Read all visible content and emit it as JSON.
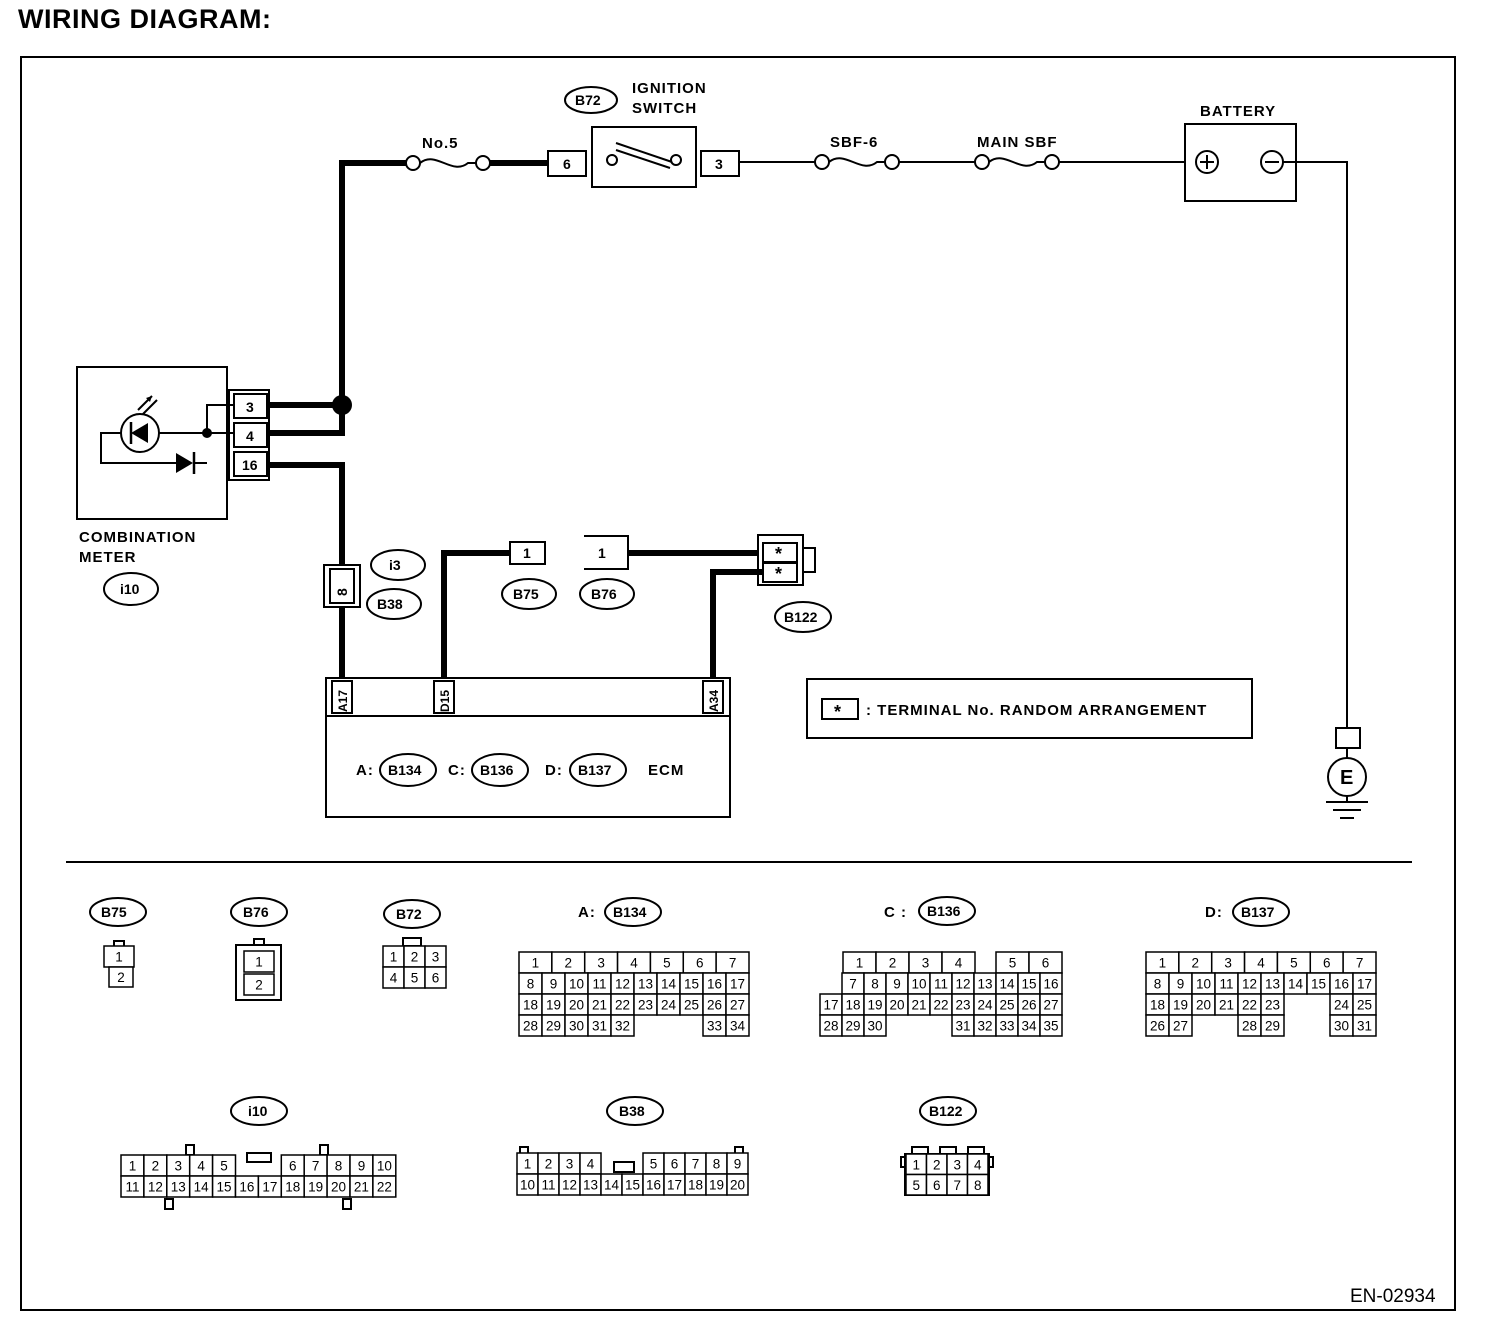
{
  "title": "WIRING DIAGRAM:",
  "doc_code": "EN-02934",
  "labels": {
    "fuse_no5": "No.5",
    "ignition_line1": "IGNITION",
    "ignition_line2": "SWITCH",
    "sbf6": "SBF-6",
    "main_sbf": "MAIN SBF",
    "battery": "BATTERY",
    "combination_line1": "COMBINATION",
    "combination_line2": "METER",
    "ecm": "ECM",
    "ecm_a": "A:",
    "ecm_c": "C:",
    "ecm_d": "D:",
    "note": ": TERMINAL No. RANDOM ARRANGEMENT",
    "note_symbol": "*",
    "ground": "E"
  },
  "connector_ids": {
    "b72": "B72",
    "b75": "B75",
    "b76": "B76",
    "b122": "B122",
    "b38": "B38",
    "i3": "i3",
    "i10": "i10",
    "b134": "B134",
    "b136": "B136",
    "b137": "B137"
  },
  "pins": {
    "ign_in": "6",
    "ign_out": "3",
    "meter_3": "3",
    "meter_4": "4",
    "meter_16": "16",
    "b38_8": "8",
    "b75_1": "1",
    "b76_1": "1",
    "b122_a": "*",
    "b122_b": "*",
    "ecm_a17": "A17",
    "ecm_d15": "D15",
    "ecm_a34": "A34"
  },
  "legend": {
    "b75_label": "B75",
    "b76_label": "B76",
    "b72_label": "B72",
    "b134_prefix": "A:",
    "b134_label": "B134",
    "b136_prefix": "C :",
    "b136_label": "B136",
    "b137_prefix": "D:",
    "b137_label": "B137",
    "i10_label": "i10",
    "b38_label": "B38",
    "b122_label": "B122",
    "b75_cells": [
      "1",
      "2"
    ],
    "b76_cells": [
      "1",
      "2"
    ],
    "b72_cells": [
      "1",
      "2",
      "3",
      "4",
      "5",
      "6"
    ],
    "b134_rows": [
      [
        "1",
        "2",
        "3",
        "4",
        "5",
        "6",
        "7"
      ],
      [
        "8",
        "9",
        "10",
        "11",
        "12",
        "13",
        "14",
        "15",
        "16",
        "17"
      ],
      [
        "18",
        "19",
        "20",
        "21",
        "22",
        "23",
        "24",
        "25",
        "26",
        "27"
      ],
      [
        "28",
        "29",
        "30",
        "31",
        "32",
        "33",
        "34"
      ]
    ],
    "b136_rows": [
      [
        "1",
        "2",
        "3",
        "4",
        "5",
        "6"
      ],
      [
        "7",
        "8",
        "9",
        "10",
        "11",
        "12",
        "13",
        "14",
        "15",
        "16"
      ],
      [
        "17",
        "18",
        "19",
        "20",
        "21",
        "22",
        "23",
        "24",
        "25",
        "26",
        "27"
      ],
      [
        "28",
        "29",
        "30",
        "31",
        "32",
        "33",
        "34",
        "35"
      ]
    ],
    "b137_rows": [
      [
        "1",
        "2",
        "3",
        "4",
        "5",
        "6",
        "7"
      ],
      [
        "8",
        "9",
        "10",
        "11",
        "12",
        "13",
        "14",
        "15",
        "16",
        "17"
      ],
      [
        "18",
        "19",
        "20",
        "21",
        "22",
        "23",
        "24",
        "25"
      ],
      [
        "26",
        "27",
        "28",
        "29",
        "30",
        "31"
      ]
    ],
    "i10_rows": [
      [
        "1",
        "2",
        "3",
        "4",
        "5",
        "6",
        "7",
        "8",
        "9",
        "10"
      ],
      [
        "11",
        "12",
        "13",
        "14",
        "15",
        "16",
        "17",
        "18",
        "19",
        "20",
        "21",
        "22"
      ]
    ],
    "b38_rows": [
      [
        "1",
        "2",
        "3",
        "4",
        "5",
        "6",
        "7",
        "8",
        "9"
      ],
      [
        "10",
        "11",
        "12",
        "13",
        "14",
        "15",
        "16",
        "17",
        "18",
        "19",
        "20"
      ]
    ],
    "b122_rows": [
      [
        "1",
        "2",
        "3",
        "4"
      ],
      [
        "5",
        "6",
        "7",
        "8"
      ]
    ]
  }
}
